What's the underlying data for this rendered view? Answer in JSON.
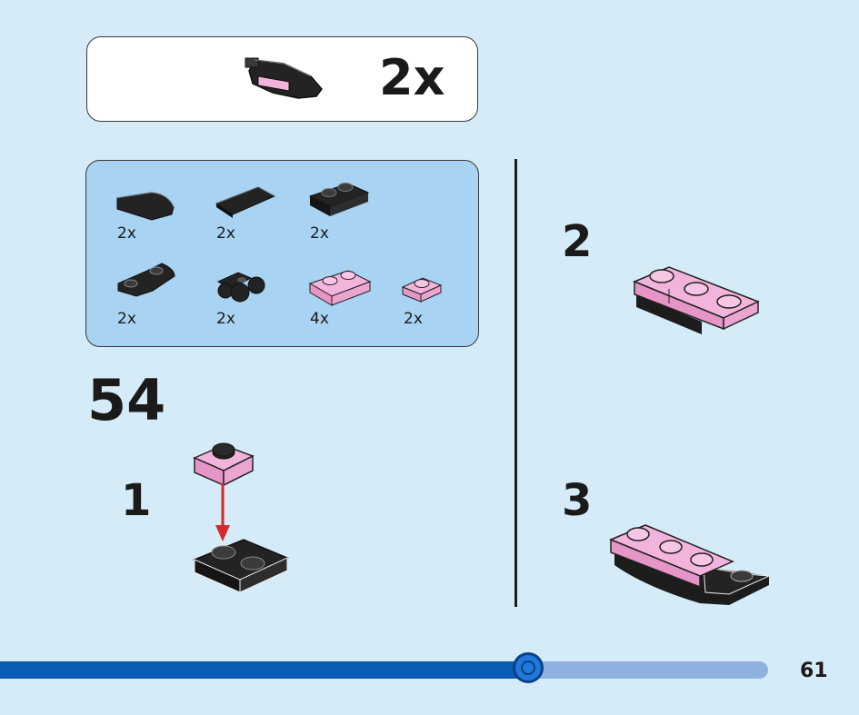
{
  "submodel": {
    "quantity": "2x"
  },
  "parts": [
    {
      "icon": "black-curved-slope-icon",
      "quantity": "2x"
    },
    {
      "icon": "black-tile-1x2-icon",
      "quantity": "2x"
    },
    {
      "icon": "black-plate-1x2-icon",
      "quantity": "2x"
    },
    {
      "icon": "black-curved-slope-stud-icon",
      "quantity": "2x"
    },
    {
      "icon": "black-clip-plate-icon",
      "quantity": "2x"
    },
    {
      "icon": "pink-plate-1x2-icon",
      "quantity": "4x"
    },
    {
      "icon": "pink-plate-1x1-icon",
      "quantity": "2x"
    }
  ],
  "page_step": "54",
  "substeps": [
    "1",
    "2",
    "3"
  ],
  "colors": {
    "pink": "#f3b4dc",
    "black": "#232323",
    "arrow": "#d42a2a",
    "progress": "#0a5cb5"
  },
  "progress": {
    "fraction": 0.69
  },
  "page_number": "61"
}
